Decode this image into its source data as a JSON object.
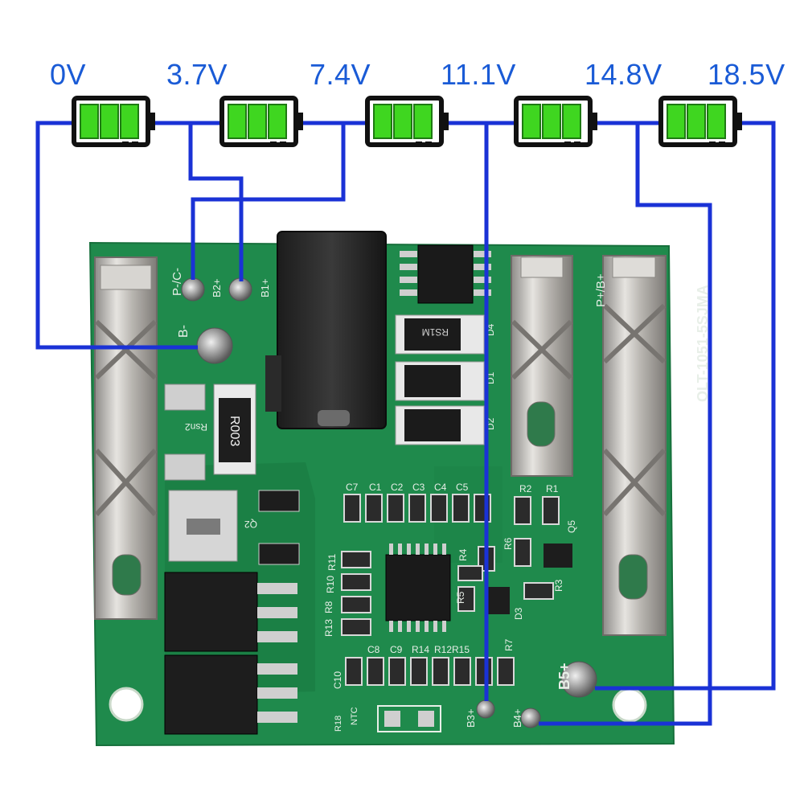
{
  "voltage_labels": [
    "0V",
    "3.7V",
    "7.4V",
    "11.1V",
    "14.8V",
    "18.5V"
  ],
  "board": {
    "model": "OLT-1051-5SJMA",
    "pads": {
      "p_c": "P-/C-",
      "b_minus": "B-",
      "b1": "B1+",
      "b2": "B2+",
      "b3": "B3+",
      "b4": "B4+",
      "b5": "B5+",
      "p_plus": "P+/B+"
    },
    "components": {
      "rsn2": "Rsn2",
      "r003": "R003",
      "rs1m": "RS1M",
      "d1": "D1",
      "d2": "D2",
      "d3": "D3",
      "d4": "D4",
      "q5": "Q5",
      "r1": "R1",
      "r2": "R2",
      "r3": "R3",
      "r4": "R4",
      "r5": "R5",
      "r6": "R6",
      "r7": "R7",
      "r8": "R8",
      "r10": "R10",
      "r11": "R11",
      "r12r15": "R12R15",
      "r13": "R13",
      "r14": "R14",
      "r18": "R18",
      "c1": "C1",
      "c2": "C2",
      "c3": "C3",
      "c4": "C4",
      "c5": "C5",
      "c7": "C7",
      "c8": "C8",
      "c9": "C9",
      "c10": "C10",
      "ntc": "NTC"
    }
  },
  "colors": {
    "wire": "#1a32d6",
    "label": "#1a5bd6",
    "pcb": "#1f8a4c",
    "battery_fill": "#3fd620",
    "metal": "#c8c6c2"
  }
}
